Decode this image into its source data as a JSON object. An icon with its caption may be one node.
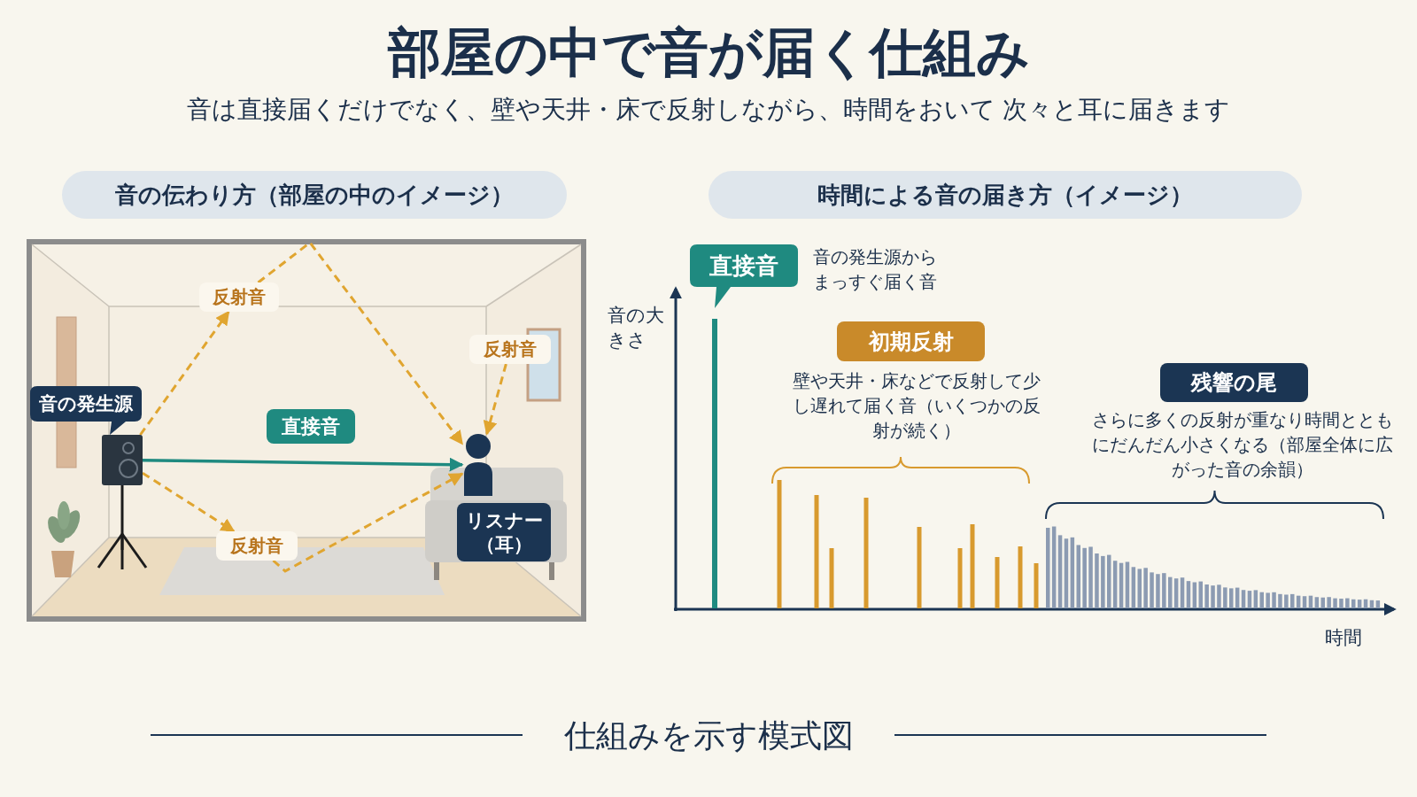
{
  "diagram": {
    "title": "部屋の中で音が届く仕組み",
    "caption": "仕組みを示す模式図",
    "nodes": [
      {
        "text": [
          "音の伝わり方（部屋の中のイメージ）"
        ]
      },
      {
        "text": [
          "時間による音の届き方（イメージ）"
        ]
      },
      {
        "text": [
          "反射音"
        ]
      },
      {
        "text": [
          "音の発生源"
        ]
      },
      {
        "text": [],
        "shape": "picture"
      },
      {
        "text": [
          "反射音"
        ]
      },
      {
        "text": [],
        "shape": "person"
      },
      {
        "text": [
          "リスナー（耳）"
        ]
      },
      {
        "text": [
          "反射音"
        ]
      },
      {
        "text": [
          "直接音"
        ],
        "beside": [
          "音の発生源からまっすぐ届く音"
        ]
      },
      {
        "text": [
          "初期反射"
        ],
        "beside": [
          "壁や天井・床などで反射して少し遅れて届く音（いくつかの反射が続く）"
        ]
      },
      {
        "text": [
          "残響の尾"
        ],
        "beside": [
          "さらに多くの反射が重なり時間とともにだんだん小さくなる（部屋全体に広がった音の余韻）"
        ]
      }
    ],
    "edges": [
      {
        "from": 4,
        "to": 6,
        "arrow": "to",
        "label": "直接音",
        "color": "#1f8a80"
      },
      {
        "from": 4,
        "to": 2,
        "arrow": "to",
        "style": "dashed"
      },
      {
        "from": 2,
        "to": 6,
        "arrow": "to",
        "style": "dashed"
      },
      {
        "from": 5,
        "to": 6,
        "arrow": "to",
        "style": "dashed"
      },
      {
        "from": 4,
        "to": 8,
        "arrow": "to",
        "style": "dashed"
      },
      {
        "from": 8,
        "to": 6,
        "arrow": "to",
        "style": "dashed"
      }
    ],
    "labels": [
      "音は直接届くだけでなく、壁や天井・床で反射しながら、時間をおいて 次々と耳に届きます",
      "音の大きさ",
      "時間"
    ]
  }
}
